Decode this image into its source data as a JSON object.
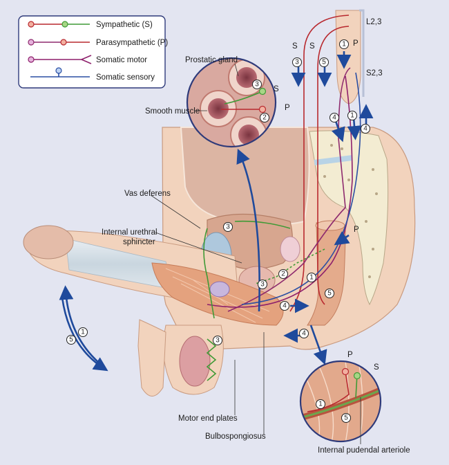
{
  "legend": {
    "items": [
      {
        "key": "sympathetic",
        "label": "Sympathetic (S)",
        "pre_color": "#b8282e",
        "post_color": "#3f9a36"
      },
      {
        "key": "parasympathetic",
        "label": "Parasympathetic (P)",
        "pre_color": "#8e2a6e",
        "post_color": "#b8282e"
      },
      {
        "key": "somatic_motor",
        "label": "Somatic motor",
        "color": "#8d1f6b"
      },
      {
        "key": "somatic_sensory",
        "label": "Somatic sensory",
        "color": "#2a4ea3"
      }
    ]
  },
  "labels": {
    "prostatic_gland": "Prostatic gland",
    "smooth_muscle": "Smooth muscle",
    "vas_deferens": "Vas deferens",
    "internal_urethral_sphincter_1": "Internal urethral",
    "internal_urethral_sphincter_2": "sphincter",
    "motor_end_plates": "Motor end plates",
    "bulbospongiosus": "Bulbospongiosus",
    "internal_pudendal_arteriole": "Internal pudendal arteriole",
    "spinal_l23": "L2,3",
    "spinal_s23": "S2,3"
  },
  "nerve_tags": {
    "s": "S",
    "p": "P"
  },
  "step_numbers": {
    "one": "1",
    "two": "2",
    "three": "3",
    "four": "4",
    "five": "5"
  },
  "colors": {
    "background": "#e3e5f1",
    "sympathetic": "#b8282e",
    "sympathetic_post": "#3f9a36",
    "parasympathetic": "#8e2a6e",
    "somatic_sensory": "#2a4ea3",
    "flow_arrow": "#1f4a9c",
    "tissue": "#f2d3bd",
    "muscle": "#e4a27e",
    "bone": "#f3ecd2"
  }
}
